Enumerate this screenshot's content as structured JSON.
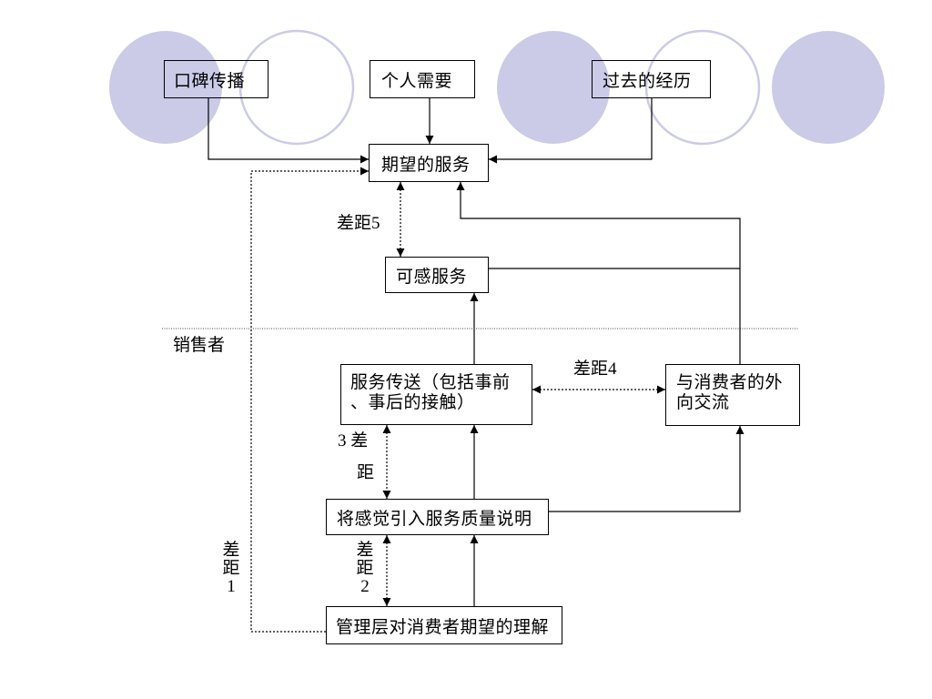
{
  "diagram": {
    "boxes": {
      "word_of_mouth": "口碑传播",
      "personal_needs": "个人需要",
      "past_experience": "过去的经历",
      "expected_service": "期望的服务",
      "perceived_service": "可感服务",
      "service_delivery": [
        "服务传送（包括事前",
        "、事后的接触）"
      ],
      "external_communications": [
        "与消费者的外",
        "向交流"
      ],
      "service_quality_specs": "将感觉引入服务质量说明",
      "management_perceptions": "管理层对消费者期望的理解"
    },
    "gaps": {
      "gap5": "差距5",
      "gap4": "差距4",
      "gap3": [
        "3 差",
        "距"
      ],
      "gap2": [
        "差",
        "距",
        "2"
      ],
      "gap1": [
        "差",
        "距",
        "1"
      ]
    },
    "marketer_label": "销售者"
  },
  "theme": {
    "circle_color": "#cbcbe8"
  }
}
